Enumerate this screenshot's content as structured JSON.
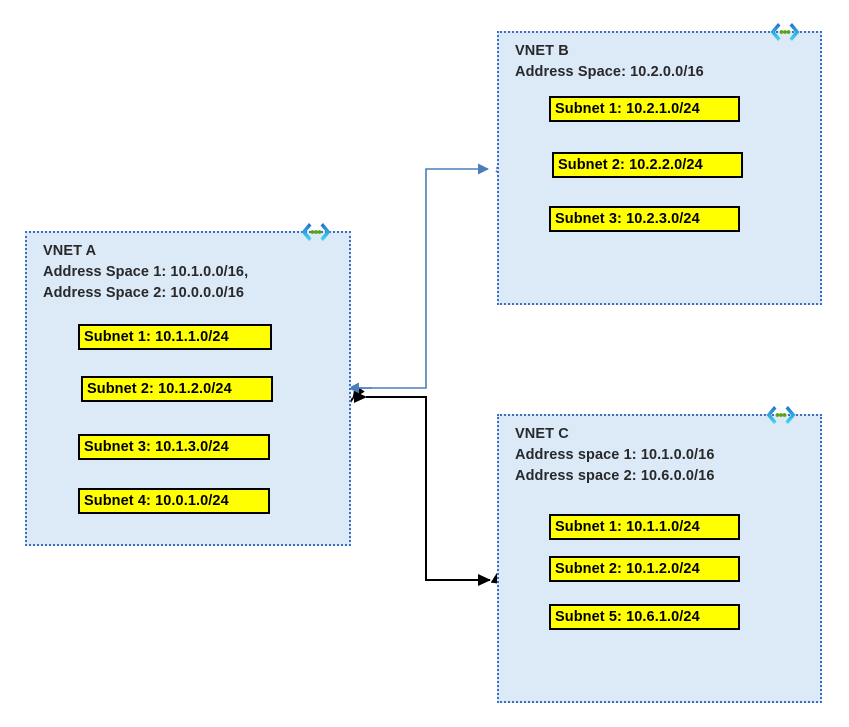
{
  "diagram": {
    "title": "Azure VNET peering address space overlap diagram",
    "background": "#ffffff",
    "colors": {
      "vnet_fill": "#dce9f7",
      "vnet_border": "#3b6fc4",
      "subnet_fill": "#ffff00",
      "subnet_border": "#000000",
      "heading_text": "#28292b",
      "blue_connector": "#4a7ebb",
      "black_connector": "#000000",
      "icon_blue": "#1f6fd0",
      "icon_cyan": "#3fd2ef",
      "icon_dot_green": "#56a519"
    },
    "vnets": [
      {
        "id": "vnet-a",
        "name": "VNET A",
        "heading": "VNET A\nAddress Space 1: 10.1.0.0/16,\nAddress Space 2: 10.0.0.0/16",
        "address_spaces": [
          "Address Space 1: 10.1.0.0/16,",
          "Address Space 2: 10.0.0.0/16"
        ],
        "icon": "vnet-icon",
        "subnets": [
          {
            "label": "Subnet 1: 10.1.1.0/24"
          },
          {
            "label": "Subnet 2: 10.1.2.0/24"
          },
          {
            "label": "Subnet 3: 10.1.3.0/24"
          },
          {
            "label": "Subnet 4: 10.0.1.0/24"
          }
        ]
      },
      {
        "id": "vnet-b",
        "name": "VNET B",
        "heading": "VNET B\nAddress Space: 10.2.0.0/16",
        "address_spaces": [
          "Address Space: 10.2.0.0/16"
        ],
        "icon": "vnet-icon",
        "subnets": [
          {
            "label": "Subnet 1: 10.2.1.0/24"
          },
          {
            "label": "Subnet 2: 10.2.2.0/24"
          },
          {
            "label": "Subnet 3: 10.2.3.0/24"
          }
        ]
      },
      {
        "id": "vnet-c",
        "name": "VNET C",
        "heading": "VNET C\nAddress space 1: 10.1.0.0/16\nAddress space 2: 10.6.0.0/16",
        "address_spaces": [
          "Address space 1: 10.1.0.0/16",
          "Address space 2: 10.6.0.0/16"
        ],
        "icon": "vnet-icon",
        "subnets": [
          {
            "label": "Subnet 1: 10.1.1.0/24"
          },
          {
            "label": "Subnet 2: 10.1.2.0/24"
          },
          {
            "label": "Subnet 5: 10.6.1.0/24"
          }
        ]
      }
    ],
    "connectors": [
      {
        "id": "a-to-b",
        "from": "VNET A",
        "to": "VNET B",
        "color": "#4a7ebb",
        "style": "peering"
      },
      {
        "id": "a-to-c",
        "from": "VNET A",
        "to": "VNET C",
        "color": "#000000",
        "style": "peering"
      }
    ]
  }
}
